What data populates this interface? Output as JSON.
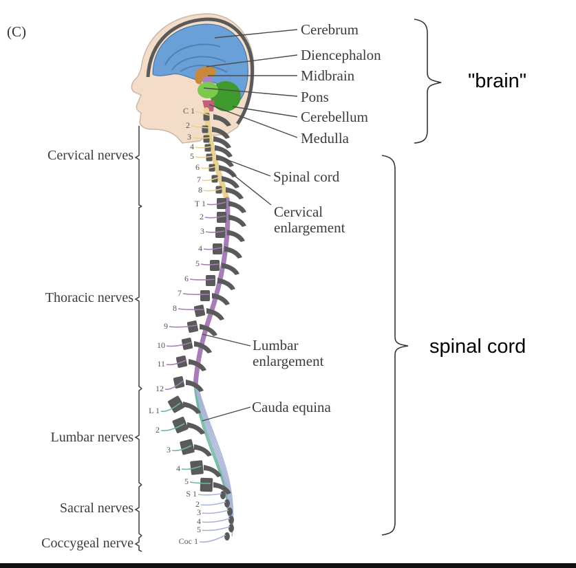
{
  "panel_label": "(C)",
  "brain_labels": [
    "Cerebrum",
    "Diencephalon",
    "Midbrain",
    "Pons",
    "Cerebellum",
    "Medulla"
  ],
  "brain_group_label": "\"brain\"",
  "cord_labels": {
    "spinal_cord": "Spinal cord",
    "cervical_enlargement": [
      "Cervical",
      "enlargement"
    ],
    "lumbar_enlargement": [
      "Lumbar",
      "enlargement"
    ],
    "cauda_equina": "Cauda equina"
  },
  "cord_group_label": "spinal cord",
  "nerve_groups": [
    "Cervical nerves",
    "Thoracic nerves",
    "Lumbar nerves",
    "Sacral nerves",
    "Coccygeal nerve"
  ],
  "vertebra_labels": {
    "cervical": [
      "C 1",
      "2",
      "3",
      "4",
      "5",
      "6",
      "7",
      "8"
    ],
    "thoracic": [
      "T 1",
      "2",
      "3",
      "4",
      "5",
      "6",
      "7",
      "8",
      "9",
      "10",
      "11",
      "12"
    ],
    "lumbar": [
      "L 1",
      "2",
      "3",
      "4",
      "5"
    ],
    "sacral": [
      "S 1",
      "2",
      "3",
      "4",
      "5"
    ],
    "coccygeal": [
      "Coc 1"
    ]
  },
  "colors": {
    "cerebrum": "#6aa0d8",
    "diencephalon": "#c8893a",
    "midbrain": "#a985c8",
    "pons": "#7cc94f",
    "cerebellum": "#3f9a2e",
    "medulla": "#c2607a",
    "cervical_cord": "#e9d28f",
    "thoracic_cord": "#a67db8",
    "lumbar_cord": "#6fb8a0",
    "sacral_nerves": "#a8b4d8",
    "vertebra": "#5a5a5a",
    "skin": "#f3ddc8"
  }
}
